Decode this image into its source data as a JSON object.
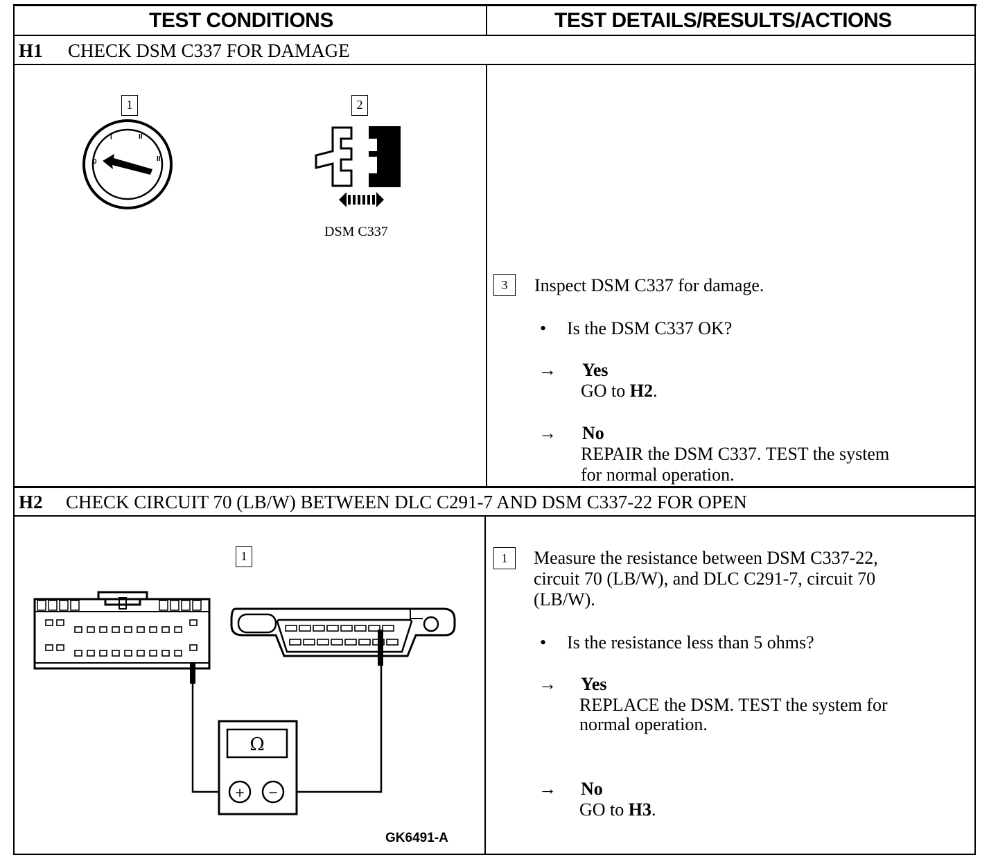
{
  "header": {
    "col1": "TEST CONDITIONS",
    "col2": "TEST DETAILS/RESULTS/ACTIONS"
  },
  "h1": {
    "id": "H1",
    "title": "CHECK DSM C337 FOR DAMAGE",
    "left_steps": [
      "1",
      "2"
    ],
    "connector_label": "DSM C337",
    "step3_num": "3",
    "step3_text": "Inspect DSM C337 for damage.",
    "question": "Is the DSM C337 OK?",
    "yes_label": "Yes",
    "yes_prefix": "GO to ",
    "yes_target": "H2",
    "yes_suffix": ".",
    "no_label": "No",
    "no_line1": "REPAIR the DSM C337. TEST the system",
    "no_line2": "for normal operation."
  },
  "h2": {
    "id": "H2",
    "title": "CHECK CIRCUIT 70 (LB/W) BETWEEN DLC C291-7 AND DSM C337-22 FOR OPEN",
    "left_step": "1",
    "meter_symbol": "Ω",
    "figure_id": "GK6491-A",
    "step1_num": "1",
    "step1_line1": "Measure the resistance between DSM C337-22,",
    "step1_line2": "circuit 70 (LB/W), and DLC C291-7, circuit 70",
    "step1_line3": "(LB/W).",
    "question": "Is the resistance less than 5 ohms?",
    "yes_label": "Yes",
    "yes_line1": "REPLACE the DSM.  TEST the system for",
    "yes_line2": "normal operation.",
    "no_label": "No",
    "no_prefix": "GO to ",
    "no_target": "H3",
    "no_suffix": "."
  },
  "symbols": {
    "bullet": "•",
    "arrow": "→",
    "plus": "+",
    "minus": "−"
  },
  "icons": {
    "ignition": "ignition-switch-icon",
    "connector": "dsm-connector-icon",
    "dsm_connector": "dsm-connector-face-icon",
    "dlc": "dlc-connector-icon",
    "ohmmeter": "ohmmeter-icon"
  }
}
